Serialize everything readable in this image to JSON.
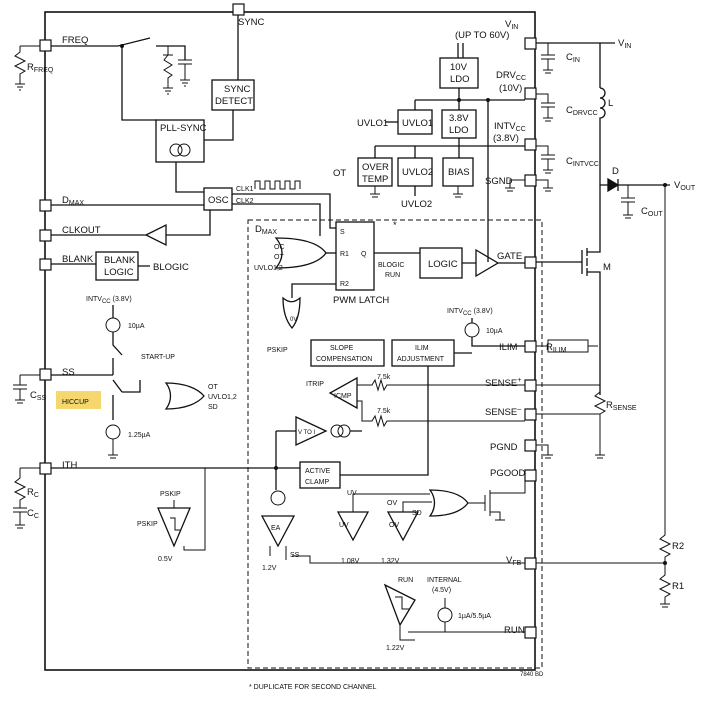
{
  "pins": {
    "sync": "SYNC",
    "freq": "FREQ",
    "dmax": "D",
    "dmax_sub": "MAX",
    "clkout": "CLKOUT",
    "blank": "BLANK",
    "ss": "SS",
    "ith": "ITH",
    "vin": "V",
    "vin_sub": "IN",
    "vin_note": "(UP TO 60V)",
    "drvcc": "DRV",
    "drvcc_sub": "CC",
    "drvcc_note": "(10V)",
    "intvcc": "INTV",
    "intvcc_sub": "CC",
    "intvcc_note": "(3.8V)",
    "sgnd": "SGND",
    "gate": "GATE",
    "ilim": "ILIM",
    "sense_p": "SENSE",
    "sense_p_sup": "+",
    "sense_n": "SENSE",
    "sense_n_sup": "–",
    "pgnd": "PGND",
    "pgood": "PGOOD",
    "vfb": "V",
    "vfb_sub": "FB",
    "run": "RUN"
  },
  "blocks": {
    "ldo10": [
      "10V",
      "LDO"
    ],
    "ldo38": [
      "3.8V",
      "LDO"
    ],
    "uvlo1": "UVLO1",
    "uvlo2": "UVLO2",
    "overtemp": [
      "OVER",
      "TEMP"
    ],
    "bias": "BIAS",
    "sync_detect": [
      "SYNC",
      "DETECT"
    ],
    "pll_sync": "PLL-SYNC",
    "osc": "OSC",
    "blank_logic": [
      "BLANK",
      "LOGIC"
    ],
    "logic": "LOGIC",
    "pwm_latch": "PWM LATCH",
    "slope_comp": [
      "SLOPE",
      "COMPENSATION"
    ],
    "ilim_adj": [
      "ILIM",
      "ADJUSTMENT"
    ],
    "icmp": "ICMP",
    "v_to_i": "V TO I",
    "active_clamp": [
      "ACTIVE",
      "CLAMP"
    ],
    "ea": "EA",
    "hiccup": "HICCUP"
  },
  "labels": {
    "uvlo1_l": "UVLO1",
    "uvlo2_l": "UVLO2",
    "ot_l": "OT",
    "blogic": "BLOGIC",
    "clk1": "CLK1",
    "clk2": "CLK2",
    "dmax_in": "D",
    "dmax_in_sub": "MAX",
    "or_in1": "OC",
    "or_in2": "OT",
    "or_in3": "UVLO1,2",
    "latch_s": "S",
    "latch_r1": "R1",
    "latch_r2": "R2",
    "latch_q": "Q",
    "logic_in1": "BLOGIC",
    "logic_in2": "RUN",
    "ov_l": "0V",
    "pskip": "PSKIP",
    "itrip": "ITRIP",
    "r75a": "7.5k",
    "r75b": "7.5k",
    "intvcc_src": "INTV",
    "intvcc_src_sub": "CC",
    "intvcc_src_v": "(3.8V)",
    "i10ua_a": "10µA",
    "i10ua_b": "10µA",
    "i125ua": "1.25µA",
    "startup": "START-UP",
    "ss_or_ot": "OT",
    "ss_or_uvlo": "UVLO1,2",
    "ss_or_sd": "SD",
    "pskip2": "PSKIP",
    "pskip3": "PSKIP",
    "v05": "0.5V",
    "v12": "1.2V",
    "ss_ea": "SS",
    "uv_a": "UV",
    "uv_b": "UV",
    "ov_a": "OV",
    "ov_b": "OV",
    "sd": "SD",
    "v108": "1.08V",
    "v132": "1.32V",
    "run_l": "RUN",
    "internal": "INTERNAL",
    "internal_v": "(4.5V)",
    "run_i": "1µA/5.5µA",
    "v122": "1.22V",
    "m": "M",
    "d": "D",
    "l": "L",
    "vout": "V",
    "vout_sub": "OUT",
    "vin_ext": "V",
    "vin_ext_sub": "IN",
    "cin": "C",
    "cin_sub": "IN",
    "cdrvcc": "C",
    "cdrvcc_sub": "DRVCC",
    "cintvcc": "C",
    "cintvcc_sub": "INTVCC",
    "cout": "C",
    "cout_sub": "OUT",
    "rilim": "R",
    "rilim_sub": "ILIM",
    "rsense": "R",
    "rsense_sub": "SENSE",
    "r2": "R2",
    "r1": "R1",
    "rfreq": "R",
    "rfreq_sub": "FREQ",
    "css": "C",
    "css_sub": "SS",
    "rc": "R",
    "rc_sub": "C",
    "cc": "C",
    "cc_sub": "C",
    "dup": "*",
    "fig_id": "7840 BD"
  },
  "footnote": "* DUPLICATE FOR SECOND CHANNEL",
  "colors": {
    "hiccup_highlight": "#f5d76e",
    "ink": "#111111"
  }
}
